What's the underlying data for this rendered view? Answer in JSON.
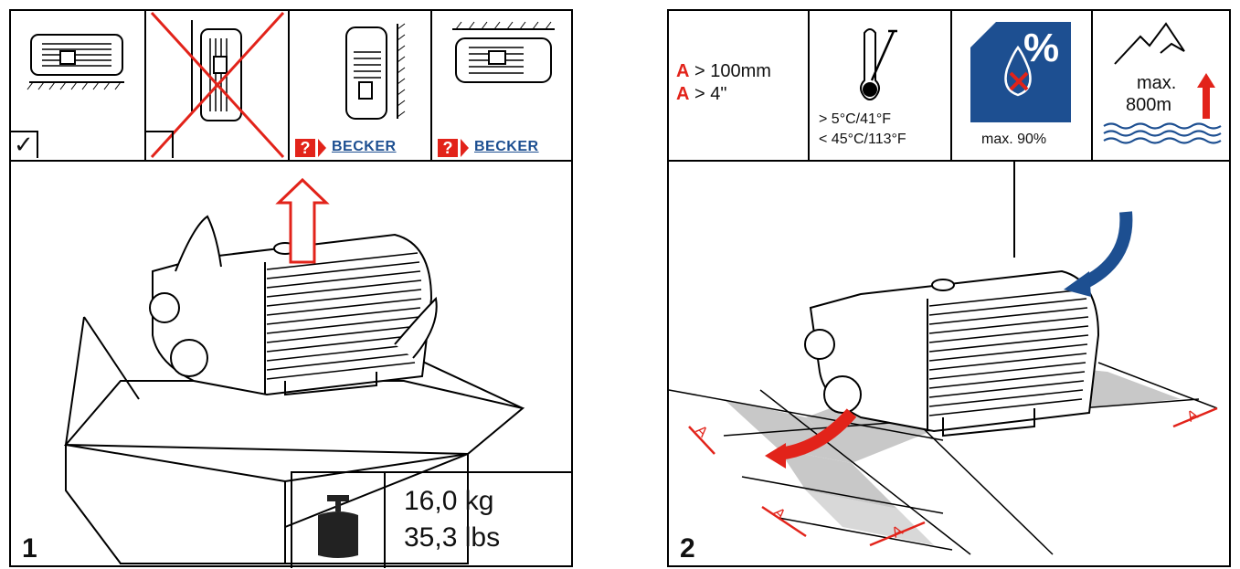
{
  "step1": {
    "number": "1",
    "orientations": [
      {
        "name": "horizontal-floor",
        "status_mark": "✓"
      },
      {
        "name": "vertical-wall-not-allowed",
        "status_mark": ""
      },
      {
        "name": "vertical-wall-ask",
        "question": "?",
        "brand": "BECKER"
      },
      {
        "name": "ceiling-ask",
        "question": "?",
        "brand": "BECKER"
      }
    ],
    "weight": {
      "kg": "16,0 kg",
      "lbs": "35,3 lbs"
    }
  },
  "step2": {
    "number": "2",
    "clearance": {
      "letter": "A",
      "line1": " > 100mm",
      "line2": " > 4\""
    },
    "temperature": {
      "min": "> 5°C/41°F",
      "max": "< 45°C/113°F"
    },
    "humidity": {
      "symbol": "%",
      "label": "max. 90%"
    },
    "altitude": {
      "line1": "max.",
      "line2": "800m"
    },
    "dimension_label": "A"
  },
  "colors": {
    "red": "#e2231a",
    "blue": "#1d4f91",
    "floor": "#c8c8c8"
  }
}
